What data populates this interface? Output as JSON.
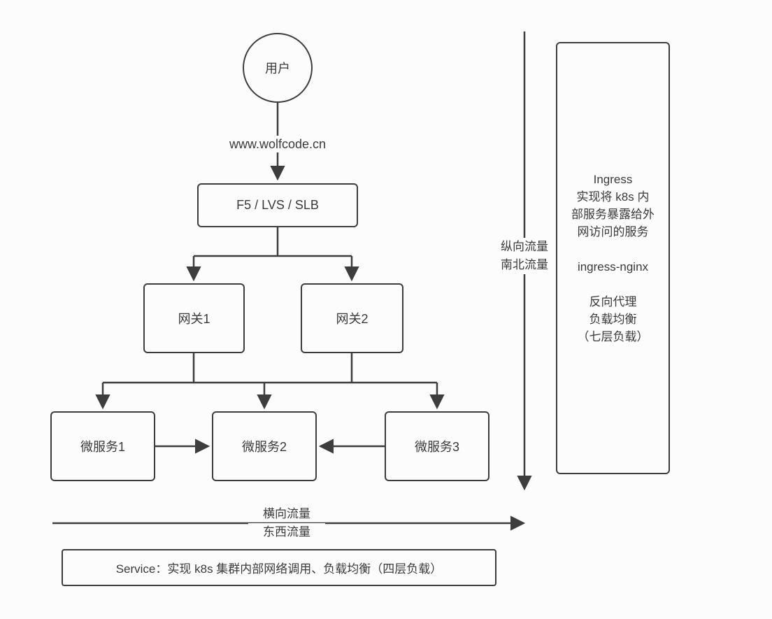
{
  "diagram": {
    "user_node": "用户",
    "domain_label": "www.wolfcode.cn",
    "load_balancer_node": "F5 / LVS / SLB",
    "gateway1_node": "网关1",
    "gateway2_node": "网关2",
    "microservice1_node": "微服务1",
    "microservice2_node": "微服务2",
    "microservice3_node": "微服务3",
    "vertical_traffic": {
      "line1": "纵向流量",
      "line2": "南北流量"
    },
    "horizontal_traffic": {
      "line1": "横向流量",
      "line2": "东西流量"
    },
    "ingress_panel": {
      "lines": [
        "Ingress",
        "实现将 k8s 内",
        "部服务暴露给外",
        "网访问的服务",
        "",
        "ingress-nginx",
        "",
        "反向代理",
        "负载均衡",
        "（七层负载）"
      ]
    },
    "service_note": "Service：实现 k8s 集群内部网络调用、负载均衡（四层负载）"
  },
  "colors": {
    "line": "#3d3d3d",
    "text": "#3a3a3a",
    "background": "#fcfcfc"
  }
}
